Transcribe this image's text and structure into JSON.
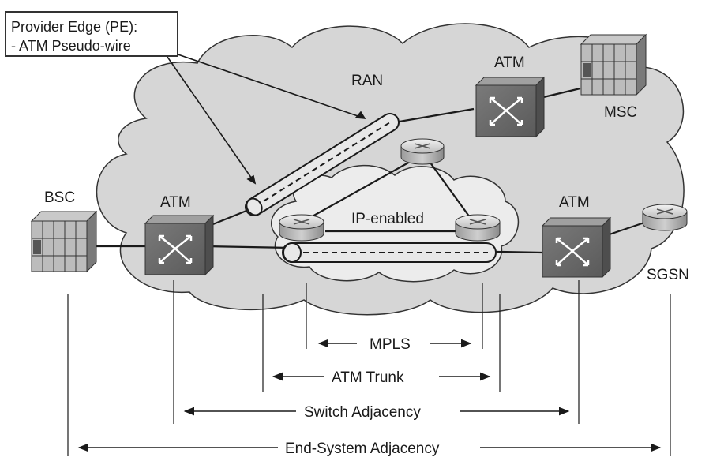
{
  "callout": {
    "line1": "Provider Edge (PE):",
    "line2": "- ATM Pseudo-wire"
  },
  "cloud_labels": {
    "ran": "RAN",
    "ip_enabled": "IP-enabled"
  },
  "devices": {
    "atm_top": "ATM",
    "msc": "MSC",
    "bsc": "BSC",
    "atm_left": "ATM",
    "atm_right": "ATM",
    "sgsn": "SGSN"
  },
  "spans": {
    "mpls": "MPLS",
    "atm_trunk": "ATM Trunk",
    "switch_adjacency": "Switch Adjacency",
    "end_system_adjacency": "End-System Adjacency"
  },
  "colors": {
    "cloud_outer": "#d6d6d6",
    "cloud_inner": "#ececec",
    "device_dark": "#6e6e6e",
    "line": "#1a1a1a"
  },
  "icons": {
    "atm_switch": "atm-switch-icon",
    "router": "router-icon",
    "rack": "server-rack-icon"
  }
}
